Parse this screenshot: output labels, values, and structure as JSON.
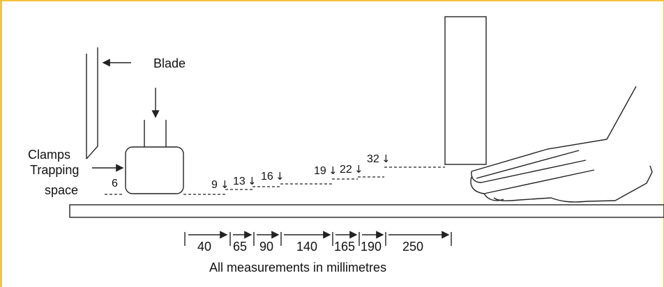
{
  "labels": {
    "blade": "Blade",
    "clamps": "Clamps",
    "trapping_space": "Trapping",
    "trapping_space_line2": "space",
    "footer": "All measurements in millimetres"
  },
  "gaps": [
    {
      "value": "6"
    },
    {
      "value": "9"
    },
    {
      "value": "13"
    },
    {
      "value": "16"
    },
    {
      "value": "19"
    },
    {
      "value": "22"
    },
    {
      "value": "32"
    }
  ],
  "distances": [
    "40",
    "65",
    "90",
    "140",
    "165",
    "190",
    "250"
  ],
  "colors": {
    "frame": "#f3c33a",
    "ink": "#222222"
  },
  "icons": {
    "down_arrow": "↓"
  }
}
